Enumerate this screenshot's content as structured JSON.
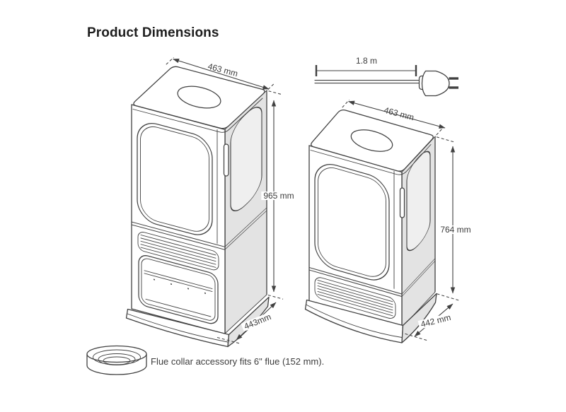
{
  "page": {
    "title": "Product Dimensions"
  },
  "tall_stove": {
    "width_label": "463 mm",
    "height_label": "965 mm",
    "depth_label": "443mm"
  },
  "short_stove": {
    "width_label": "463 mm",
    "height_label": "764 mm",
    "depth_label": "442 mm"
  },
  "power_cord": {
    "length_label": "1.8 m"
  },
  "flue_collar": {
    "note": "Flue collar accessory fits 6\" flue (152 mm)."
  },
  "colors": {
    "line": "#414141",
    "panel": "#e3e3e3",
    "text": "#3c3c3c",
    "background": "#ffffff"
  }
}
